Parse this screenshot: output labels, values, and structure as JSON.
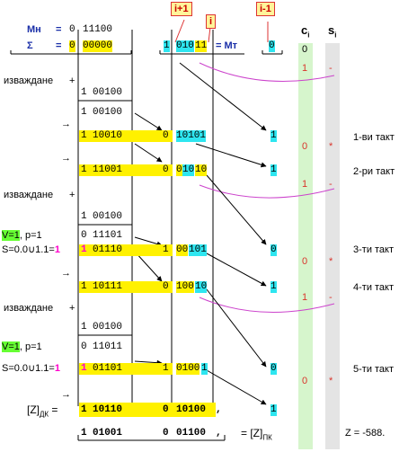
{
  "header": {
    "mn": "Мн",
    "eq": "=",
    "sigma": "Σ",
    "mt": "= Мт",
    "mn_sign": "0",
    "mn_bits": "11100",
    "sum_sign": "0",
    "sum_bits": "00000",
    "mt_sign": "1",
    "mt_bits_a": "010",
    "mt_bits_b": "11",
    "extra_bit": "0",
    "ci": "c",
    "ci_sub": "i",
    "si": "s",
    "si_sub": "i",
    "ci0": "0"
  },
  "tags": {
    "ip1": "i+1",
    "i": "i",
    "im1": "i-1"
  },
  "labels": {
    "subtract": "изваждане",
    "plus": "+",
    "arrow": "→",
    "v1": "V=1",
    "p1": ", p=1",
    "s_prefix": "S=0.0",
    "s_mid": "1.1=",
    "union": "∪",
    "one": "1",
    "zdk_open": "[Z]",
    "zdk_sub": "ДК",
    "zdk_eq": "=",
    "zpk_eq": "= [Z]",
    "zpk_sub": "ПК",
    "z_value": "Z = -588."
  },
  "rows": {
    "r1": {
      "sign": "1",
      "bits": "00100"
    },
    "r2": {
      "sign": "1",
      "bits": "00100"
    },
    "r3": {
      "sign": "1",
      "bits": "10010",
      "mid": "0",
      "right": "10101",
      "out": "1"
    },
    "r4": {
      "sign": "1",
      "bits": "11001",
      "mid": "0",
      "right_a": "0",
      "right_b": "10",
      "right_c": "10",
      "out": "1"
    },
    "r5": {
      "sign": "1",
      "bits": "00100"
    },
    "r6": {
      "sign": "0",
      "bits": "11101"
    },
    "r7": {
      "sign": "1",
      "bits": "01110",
      "mid": "1",
      "right_a": "00",
      "right_b": "101",
      "out": "0"
    },
    "r8": {
      "sign": "1",
      "bits": "10111",
      "mid": "0",
      "right_a": "100",
      "right_b": "10",
      "out": "1"
    },
    "r9": {
      "sign": "1",
      "bits": "00100"
    },
    "r10": {
      "sign": "0",
      "bits": "11011"
    },
    "r11": {
      "sign": "1",
      "bits": "01101",
      "mid": "1",
      "right_a": "0100",
      "right_b": "1",
      "out": "0"
    },
    "r12": {
      "sign": "1",
      "bits": "10110",
      "mid": "0",
      "right": "10100",
      "comma": ",",
      "out": "1"
    },
    "r13": {
      "sign": "1",
      "bits": "01001",
      "mid": "0",
      "right": "01100",
      "comma": ","
    }
  },
  "columns": {
    "c": [
      "1",
      "0",
      "1",
      "0",
      "1",
      "0"
    ],
    "s": [
      "-",
      "*",
      "-",
      "*",
      "-",
      "*"
    ]
  },
  "steps": [
    "1-ви такт",
    "2-ри такт",
    "3-ти такт",
    "4-ти такт",
    "5-ти такт"
  ]
}
